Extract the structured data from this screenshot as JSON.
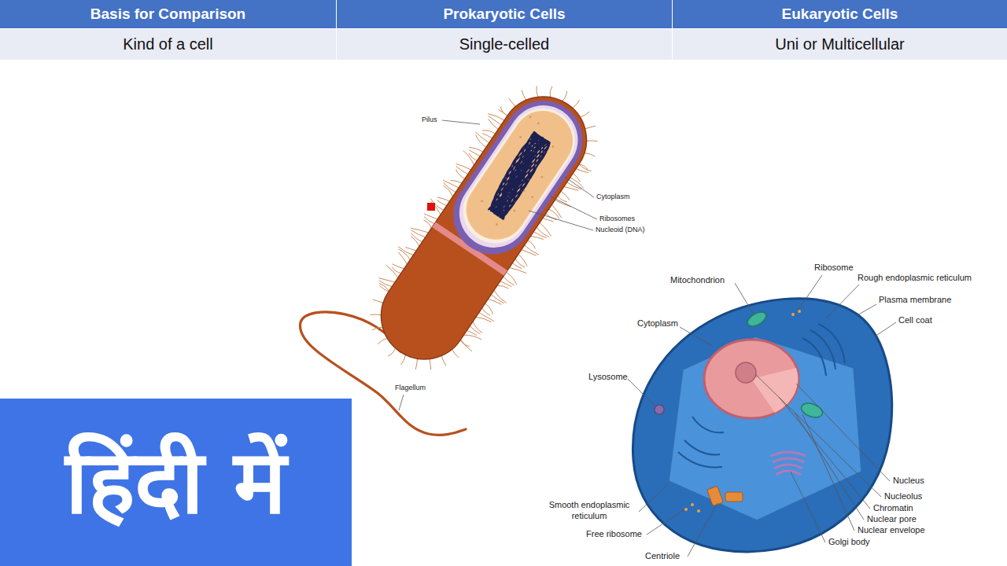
{
  "diagram": {
    "nodes": [
      {
        "text": [
          "Basis for Comparison"
        ]
      },
      {
        "text": [
          "Prokaryotic Cells"
        ]
      },
      {
        "text": [
          "Eukaryotic Cells"
        ]
      },
      {
        "text": [
          "Kind of a cell"
        ]
      },
      {
        "text": [
          "Single-celled"
        ]
      },
      {
        "text": [
          "Uni or Multicellular"
        ]
      },
      {
        "text": [
          "हिंदी में"
        ]
      }
    ],
    "labels": [
      "Pilus",
      "Cytoplasm",
      "Ribosomes",
      "Nucleoid (DNA)",
      "Flagellum",
      "Mitochondrion",
      "Ribosome",
      "Rough endoplasmic reticulum",
      "Plasma membrane",
      "Cell coat",
      "Cytoplasm",
      "Lysosome",
      "Nucleus",
      "Nucleolus",
      "Chromatin",
      "Nuclear pore",
      "Nuclear envelope",
      "Smooth endoplasmic reticulum",
      "Free ribosome",
      "Golgi body",
      "Centriole"
    ]
  }
}
